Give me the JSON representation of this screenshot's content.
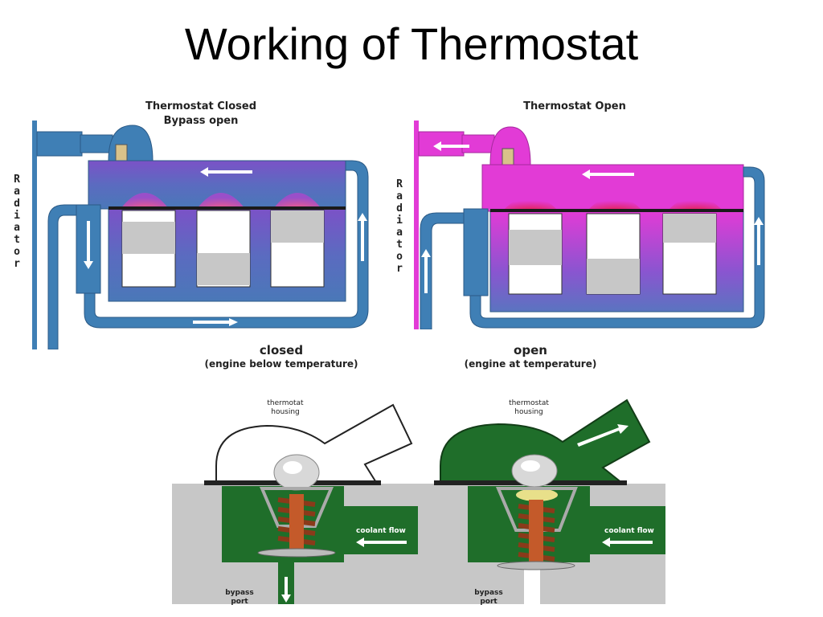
{
  "title": "Working of Thermostat",
  "top_left": {
    "label_line1": "Thermostat Closed",
    "label_line2": "Bypass open",
    "radiator": [
      "R",
      "a",
      "d",
      "i",
      "a",
      "t",
      "o",
      "r"
    ],
    "caption": "closed",
    "subcaption": "(engine below temperature)"
  },
  "top_right": {
    "label": "Thermostat Open",
    "radiator": [
      "R",
      "a",
      "d",
      "i",
      "a",
      "t",
      "o",
      "r"
    ],
    "caption": "open",
    "subcaption": "(engine at temperature)"
  },
  "bottom_left": {
    "housing_line1": "thermotat",
    "housing_line2": "housing",
    "coolant": "coolant flow",
    "bypass_line1": "bypass",
    "bypass_line2": "port"
  },
  "bottom_right": {
    "housing_line1": "thermostat",
    "housing_line2": "housing",
    "coolant": "coolant flow",
    "bypass_line1": "bypass",
    "bypass_line2": "port"
  },
  "colors": {
    "pipe_blue": "#3f7fb5",
    "engine_purple": "#7b52c7",
    "hot_magenta": "#e23bd6",
    "housing_green": "#1f6e2a",
    "block_gray": "#c7c7c7"
  }
}
